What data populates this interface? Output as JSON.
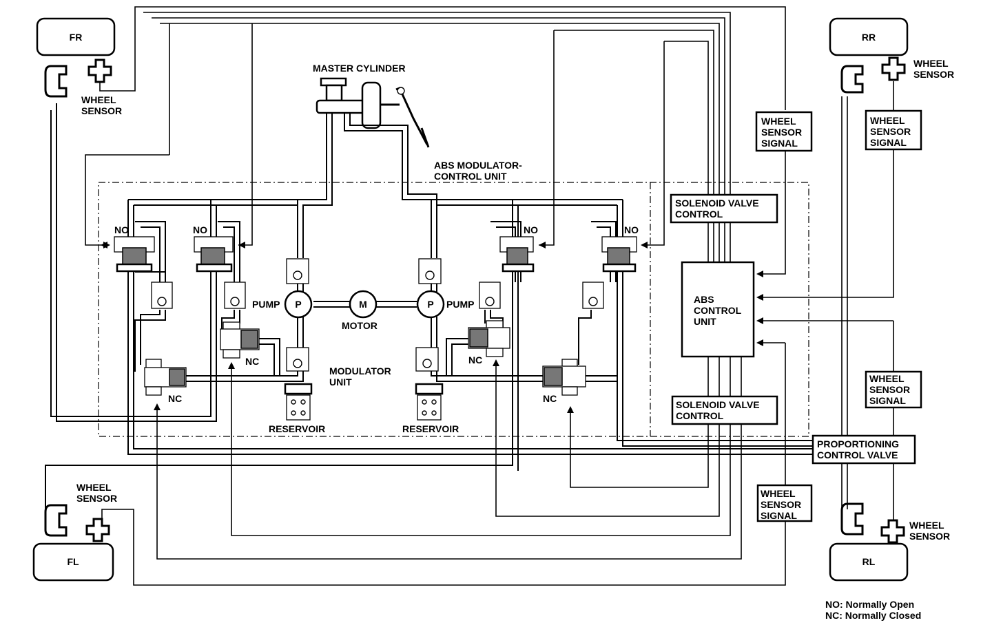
{
  "wheels": {
    "fr": "FR",
    "rr": "RR",
    "fl": "FL",
    "rl": "RL"
  },
  "wheel_sensor_fr": [
    "WHEEL",
    "SENSOR"
  ],
  "wheel_sensor_rr": [
    "WHEEL",
    "SENSOR"
  ],
  "wheel_sensor_fl": [
    "WHEEL",
    "SENSOR"
  ],
  "wheel_sensor_rl": [
    "WHEEL",
    "SENSOR"
  ],
  "master_cylinder": "MASTER CYLINDER",
  "abs_modulator": [
    "ABS MODULATOR-",
    "CONTROL UNIT"
  ],
  "signal_boxes": {
    "top_left": [
      "WHEEL",
      "SENSOR",
      "SIGNAL"
    ],
    "top_right": [
      "WHEEL",
      "SENSOR",
      "SIGNAL"
    ],
    "mid_right": [
      "WHEEL",
      "SENSOR",
      "SIGNAL"
    ],
    "bottom": [
      "WHEEL",
      "SENSOR",
      "SIGNAL"
    ]
  },
  "solenoid_top": [
    "SOLENOID VALVE",
    "CONTROL"
  ],
  "solenoid_bottom": [
    "SOLENOID VALVE",
    "CONTROL"
  ],
  "abs_control_unit": [
    "ABS",
    "CONTROL",
    "UNIT"
  ],
  "proportioning": [
    "PROPORTIONING",
    "CONTROL VALVE"
  ],
  "valves": {
    "no": "NO",
    "nc": "NC"
  },
  "pump": "PUMP",
  "pump_symbol": "P",
  "motor_symbol": "M",
  "motor": "MOTOR",
  "modulator_unit": [
    "MODULATOR",
    "UNIT"
  ],
  "reservoir": "RESERVOIR",
  "legend": [
    "NO: Normally Open",
    "NC: Normally  Closed"
  ]
}
